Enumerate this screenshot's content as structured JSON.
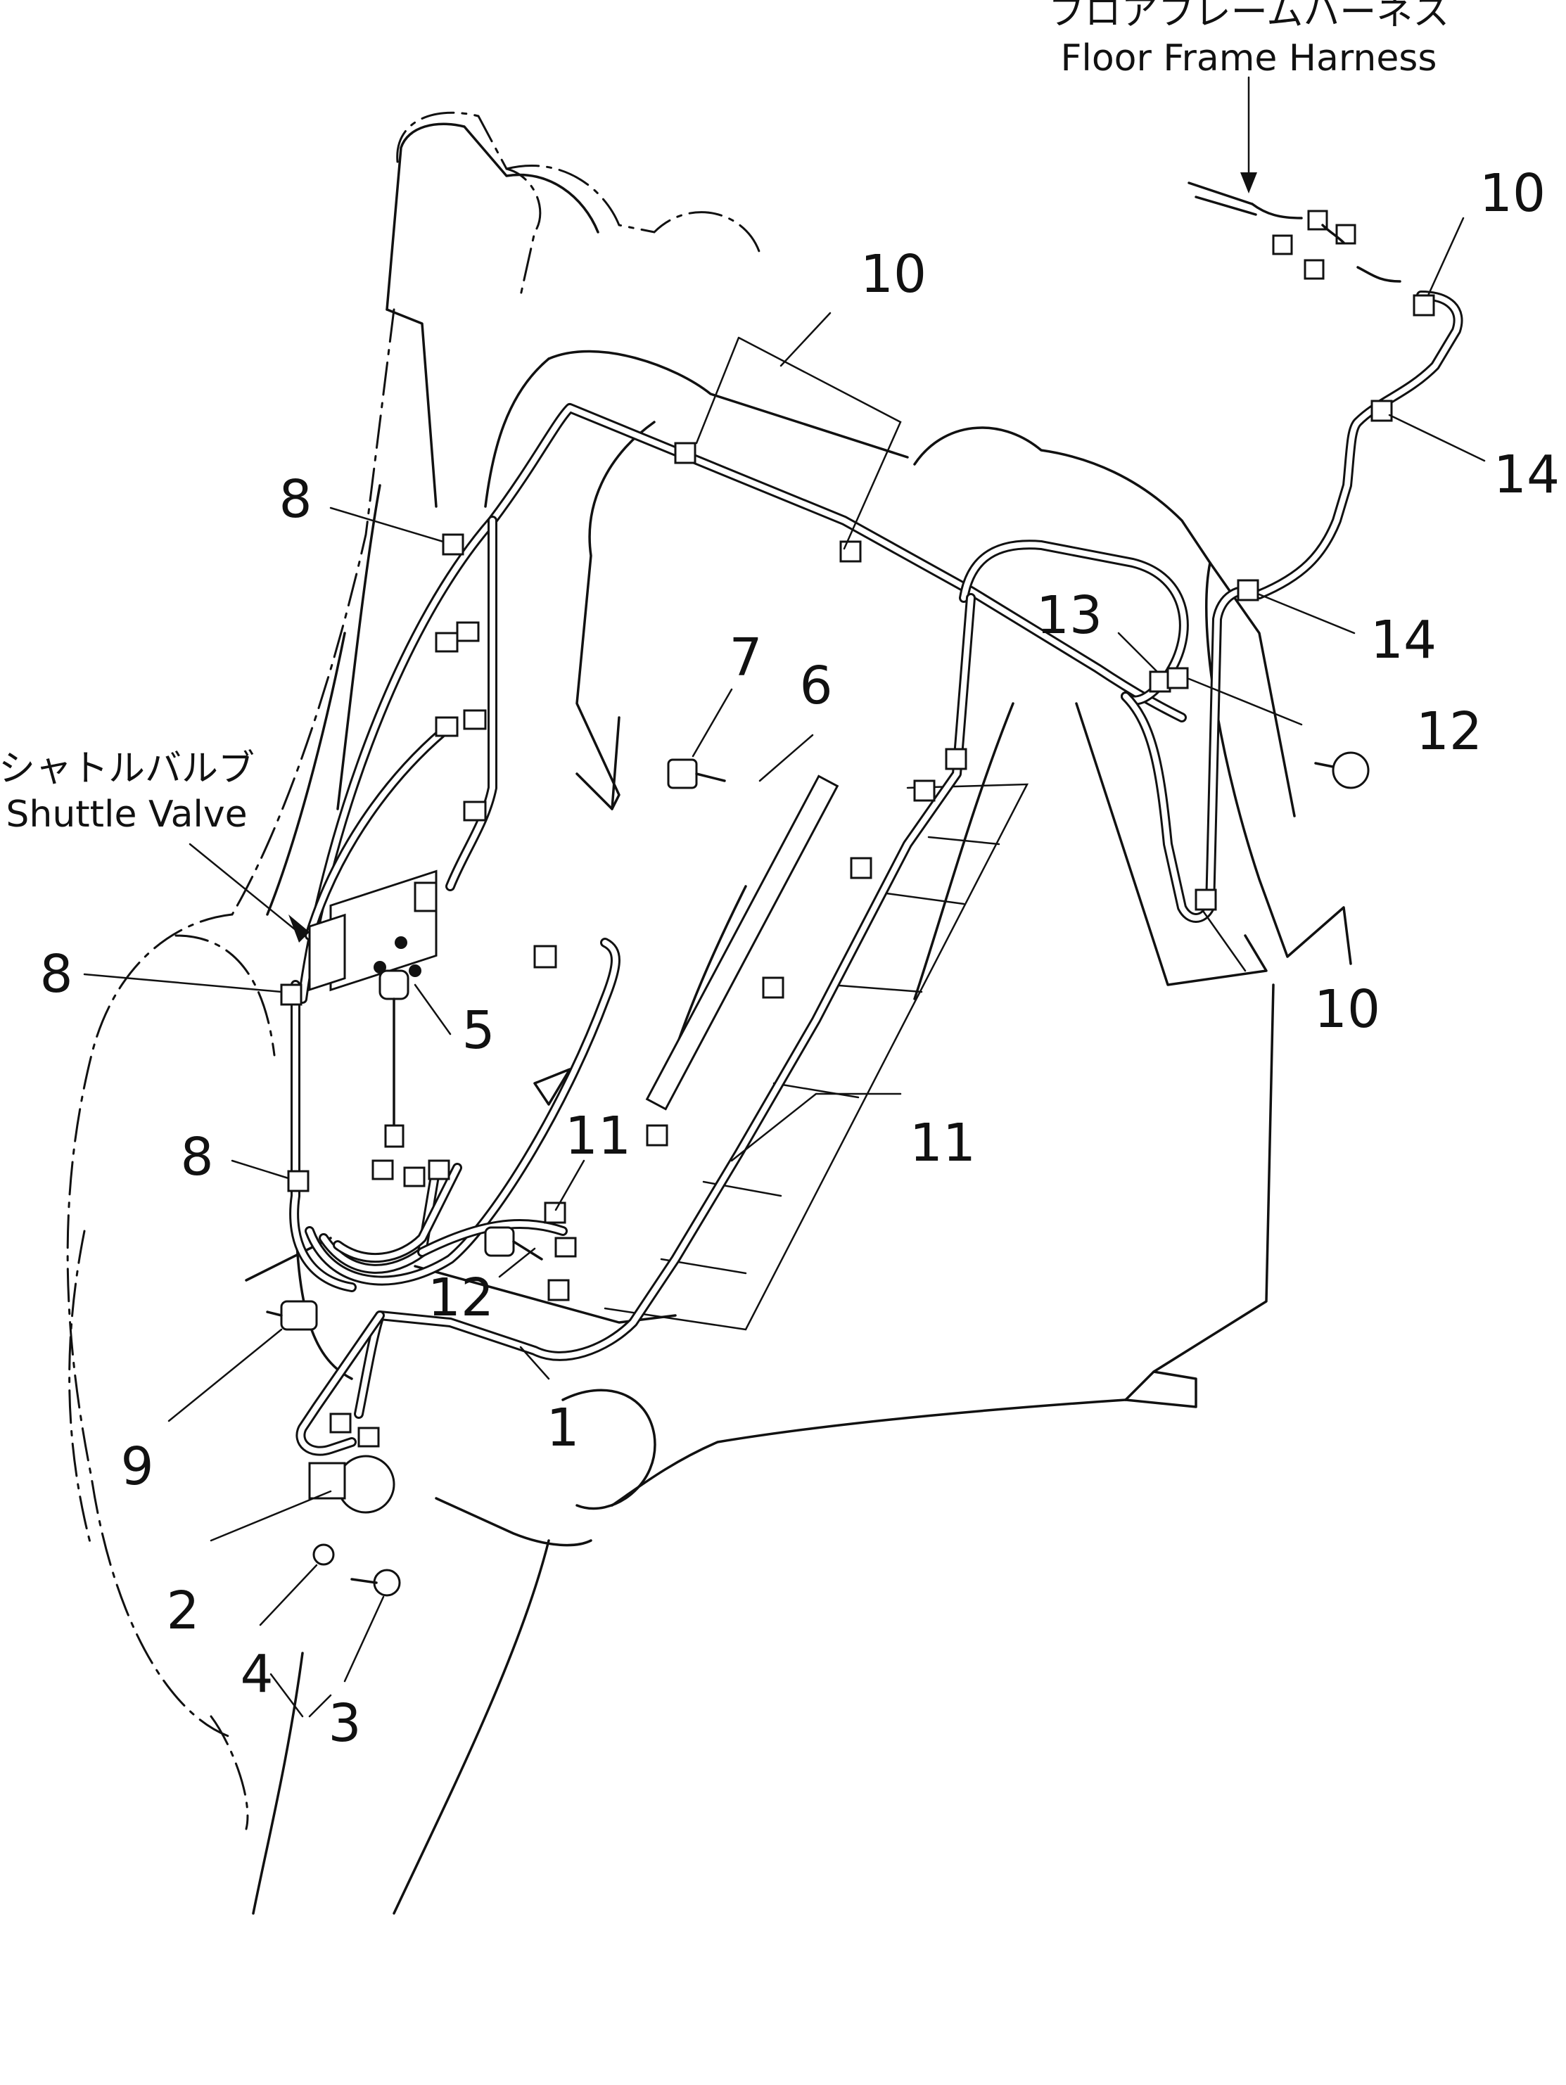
{
  "callouts": {
    "floor_harness_jp": "フロアフレームハーネス",
    "floor_harness_en": "Floor Frame Harness",
    "shuttle_valve_jp": "シャトルバルブ",
    "shuttle_valve_en": "Shuttle Valve"
  },
  "part_numbers": {
    "p1": "1",
    "p2": "2",
    "p3": "3",
    "p4": "4",
    "p5": "5",
    "p6": "6",
    "p7": "7",
    "p8a": "8",
    "p8b": "8",
    "p8c": "8",
    "p9": "9",
    "p10a": "10",
    "p10b": "10",
    "p10c": "10",
    "p11a": "11",
    "p11b": "11",
    "p12a": "12",
    "p12b": "12",
    "p13": "13",
    "p14a": "14",
    "p14b": "14"
  }
}
